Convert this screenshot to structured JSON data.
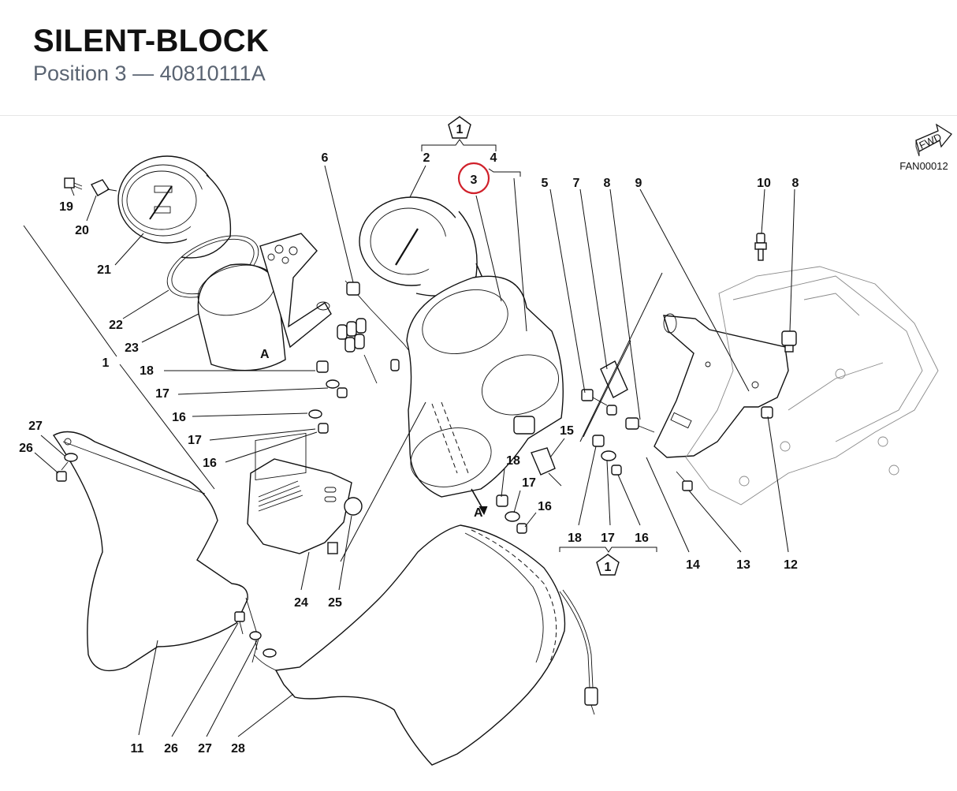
{
  "header": {
    "title": "SILENT-BLOCK",
    "subtitle": "Position 3 — 40810111A"
  },
  "drawing_code": "FAN00012",
  "fwd_label": "FWD",
  "highlighted_position": "3",
  "group_markers": [
    "1",
    "1"
  ],
  "view_marker": "A",
  "callouts": [
    {
      "label": "1"
    },
    {
      "label": "2"
    },
    {
      "label": "3"
    },
    {
      "label": "4"
    },
    {
      "label": "5"
    },
    {
      "label": "6"
    },
    {
      "label": "7"
    },
    {
      "label": "8"
    },
    {
      "label": "9"
    },
    {
      "label": "10"
    },
    {
      "label": "8"
    },
    {
      "label": "19"
    },
    {
      "label": "20"
    },
    {
      "label": "21"
    },
    {
      "label": "22"
    },
    {
      "label": "23"
    },
    {
      "label": "18"
    },
    {
      "label": "17"
    },
    {
      "label": "16"
    },
    {
      "label": "17"
    },
    {
      "label": "16"
    },
    {
      "label": "15"
    },
    {
      "label": "18"
    },
    {
      "label": "17"
    },
    {
      "label": "16"
    },
    {
      "label": "18"
    },
    {
      "label": "17"
    },
    {
      "label": "16"
    },
    {
      "label": "14"
    },
    {
      "label": "13"
    },
    {
      "label": "12"
    },
    {
      "label": "27"
    },
    {
      "label": "26"
    },
    {
      "label": "24"
    },
    {
      "label": "25"
    },
    {
      "label": "11"
    },
    {
      "label": "26"
    },
    {
      "label": "27"
    },
    {
      "label": "28"
    }
  ]
}
